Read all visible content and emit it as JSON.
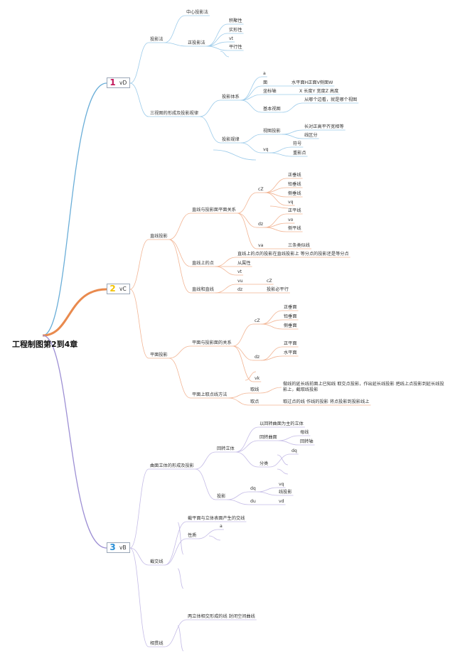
{
  "root": "工程制图第2到4章",
  "chapters": [
    {
      "num": "1",
      "tag": "vD",
      "color": "#c2185b",
      "branch": "#6aaed8"
    },
    {
      "num": "2",
      "tag": "vC",
      "color": "#f2c200",
      "branch": "#e98a4e"
    },
    {
      "num": "3",
      "tag": "vB",
      "color": "#2a8fd6",
      "branch": "#9d8fd4"
    }
  ],
  "nodes": {
    "n1": "投影法",
    "n1a": "中心投影法",
    "n1b": "正投影法",
    "n1b1": "积聚性",
    "n1b2": "实形性",
    "n1b3": "vt",
    "n1b4": "平行性",
    "n2": "三视图的形成及投影规律",
    "n2a": "投影体系",
    "n2a1": "a",
    "n2a2": "面",
    "n2a2x": "水平面H正面V侧面W",
    "n2a3": "坐标轴",
    "n2a3x": "X 长度Y 宽度Z 高度",
    "n2a4": "基本视图",
    "n2a4x": "从哪个边看，就是哪个视图",
    "n2b": "投影规律",
    "n2b1": "视图投影",
    "n2b1a": "长对正高平齐宽相等",
    "n2b1b": "线区分",
    "n2b2": "vq",
    "n2b2a": "符号",
    "n2b2b": "重影点",
    "m1": "直线投影",
    "m1a": "直线与投影面平面关系",
    "m1a1": "cZ",
    "m1a1a": "正垂线",
    "m1a1b": "铅垂线",
    "m1a1c": "侧垂线",
    "m1a1d": "vq",
    "m1a2": "dz",
    "m1a2a": "正平线",
    "m1a2b": "vo",
    "m1a2c": "侧平线",
    "m1a3": "va",
    "m1a3a": "三条类似线",
    "m1b": "直线上的点",
    "m1b1": "直线上的点的投影在直线投影上 等分点的投影还是等分点",
    "m1b2": "从属性",
    "m1b3": "vt",
    "m1c": "直线和直线",
    "m1c1": "vu",
    "m1c1a": "cZ",
    "m1c2": "dz",
    "m1c2a": "投影必平行",
    "m2": "平面投影",
    "m2a": "平面与投影面的关系",
    "m2a1": "cZ",
    "m2a1a": "正垂面",
    "m2a1b": "铅垂面",
    "m2a1c": "侧垂面",
    "m2a2": "dz",
    "m2a2a": "正平面",
    "m2a2b": "水平面",
    "m2a3": "vk",
    "m2b": "平面上取点线方法",
    "m2b1": "取线",
    "m2b1a": "做线的延长线前面上已知线 取交点投影，作出延长线投影 把线上点投影到延长线投影上，截取线投影",
    "m2b2": "取点",
    "m2b2a": "取过点的线 作线的投影 将点投影到投影线上",
    "b1": "曲面立体的形成及投影",
    "b1a": "回转立体",
    "b1a1": "以回转曲面为主的立体",
    "b1a2": "回转曲面",
    "b1a2a": "母线",
    "b1a2b": "回转轴",
    "b1a3": "分类",
    "b1a3a": "dq",
    "b1b": "投影",
    "b1b1": "dq",
    "b1b1a": "vq",
    "b1b1b": "线投影",
    "b1b2": "du",
    "b1b2a": "vd",
    "b2": "截交线",
    "b2a": "截平面与立体表面产生的交线",
    "b2b": "性质",
    "b2b1": "a",
    "b3": "相贯线",
    "b3a": "两立体相交形成的线 封闭空间曲线"
  }
}
